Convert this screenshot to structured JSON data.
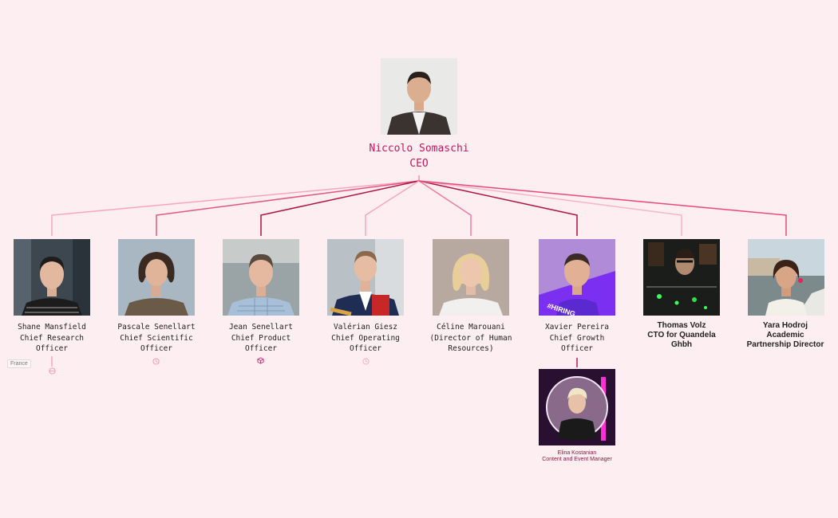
{
  "colors": {
    "background": "#fdeef2",
    "accent": "#c2185b",
    "line_light": "#f48fb1",
    "line_dark": "#c2185b"
  },
  "ceo": {
    "name": "Niccolo Somaschi",
    "title": "CEO"
  },
  "reports": [
    {
      "name": "Shane Mansfield",
      "title_line1": "Chief Research",
      "title_line2": "Officer",
      "icon": "globe-icon"
    },
    {
      "name": "Pascale Senellart",
      "title_line1": "Chief Scientific",
      "title_line2": "Officer",
      "icon": "clock-icon"
    },
    {
      "name": "Jean Senellart",
      "title_line1": "Chief Product",
      "title_line2": "Officer",
      "icon": "cube-icon"
    },
    {
      "name": "Valérian Giesz",
      "title_line1": "Chief Operating",
      "title_line2": "Officer",
      "icon": "clock-icon"
    },
    {
      "name": "Céline Marouani",
      "title_line1": "(Director of Human",
      "title_line2": "Resources)"
    },
    {
      "name": "Xavier Pereira",
      "title_line1": "Chief Growth",
      "title_line2": "Officer",
      "badge": "#HIRING"
    },
    {
      "name": "Thomas Volz",
      "title_line1": "CTO for Quandela",
      "title_line2": "Ghbh"
    },
    {
      "name": "Yara Hodroj",
      "title_line1": "Academic",
      "title_line2": "Partnership Director"
    }
  ],
  "sub_report": {
    "name": "Elina Kostanian",
    "title": "Content and Event Manager"
  },
  "location_tag": "France"
}
